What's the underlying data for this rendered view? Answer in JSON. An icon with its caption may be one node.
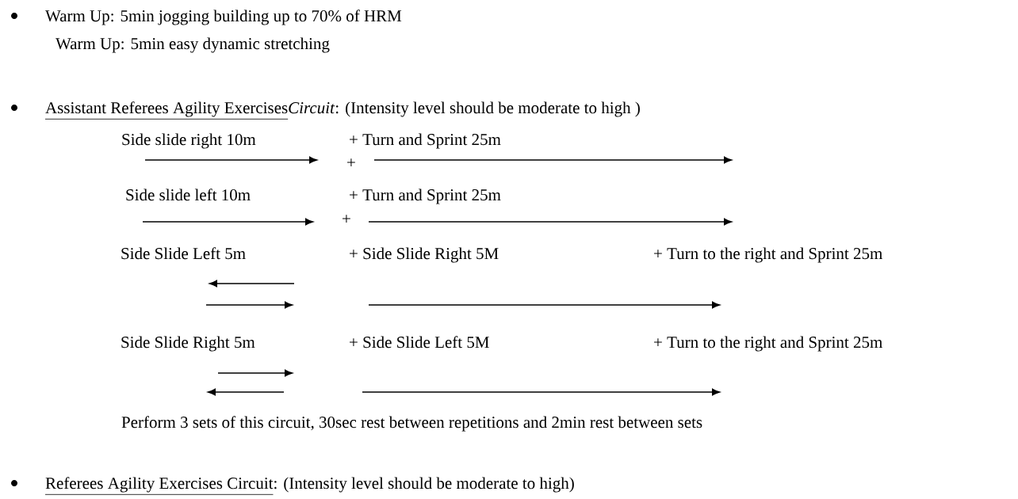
{
  "diagram": {
    "labels": [
      "Warm Up: 5min jogging building up to 70% of HRM",
      "Warm Up: 5min easy dynamic stretching",
      "Assistant Referees Agility Exercises",
      "*Circuit*: (Intensity level should be moderate to high )",
      "Side slide right 10m",
      "+ Turn and Sprint 25m",
      "+",
      "Side slide left 10m",
      "+ Turn and Sprint 25m",
      "+",
      "Side Slide Left 5m",
      "+ Side Slide Right 5M",
      "+ Turn to the right and Sprint 25m",
      "Side Slide Right 5m",
      "+ Side Slide Left 5M",
      "+ Turn to the right and Sprint 25m",
      "Perform 3 sets of this circuit, 30sec rest between repetitions and 2min rest between sets",
      "Referees Agility Exercises Circuit",
      ": (Intensity level should be moderate to high)"
    ]
  }
}
